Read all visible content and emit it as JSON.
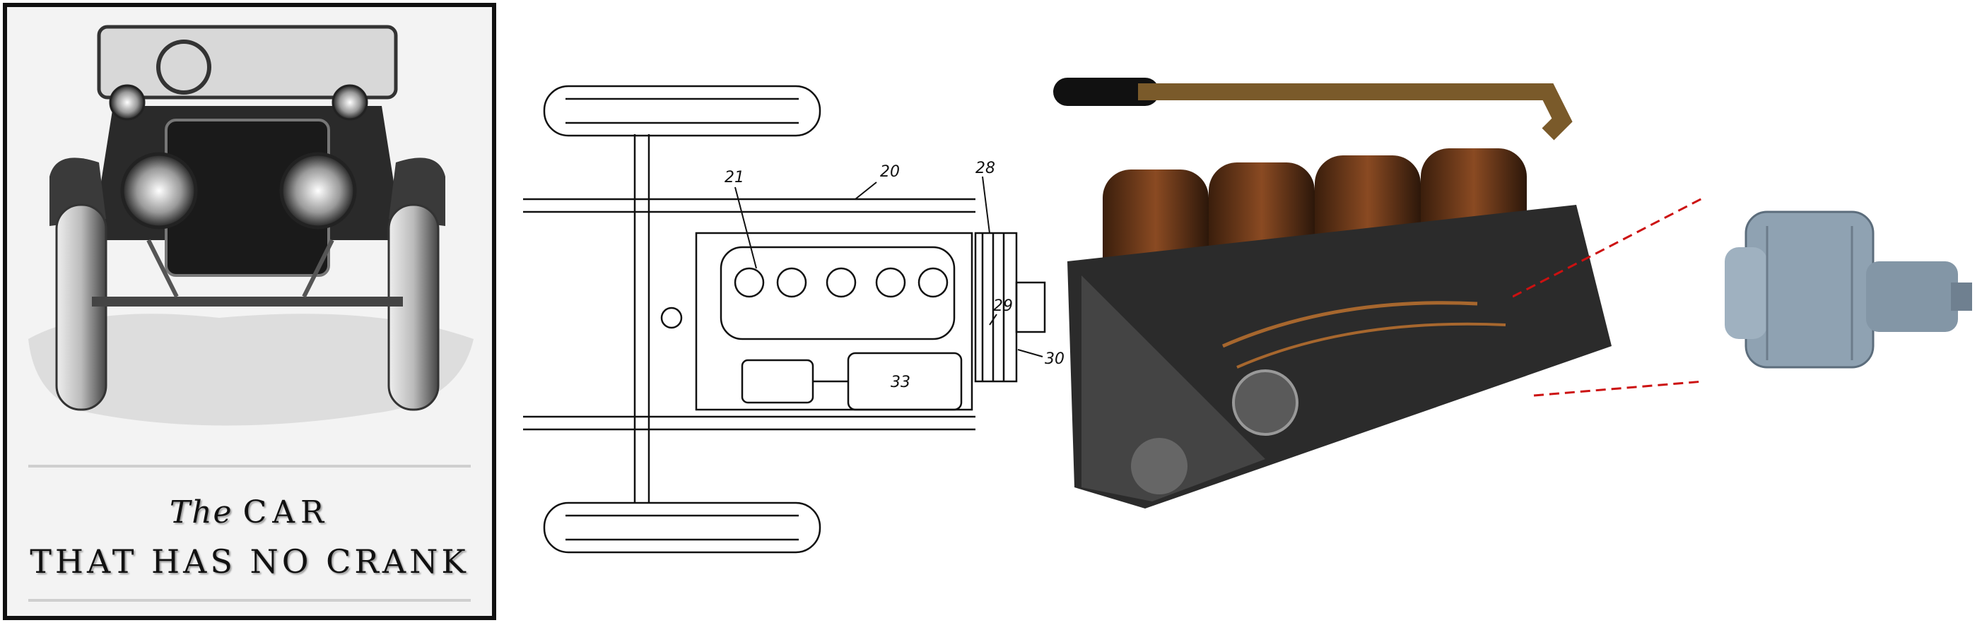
{
  "advertisement": {
    "headline_script": "The",
    "headline_caps": "CAR",
    "subheadline": "THAT HAS NO CRANK"
  },
  "patent_drawing": {
    "labels": [
      "20",
      "21",
      "28",
      "29",
      "30",
      "33"
    ]
  },
  "colors": {
    "ad_border": "#111111",
    "engine_copper": "#8a4a22",
    "starter_blue_gray": "#8fa2b2",
    "leader_lines": "#cc1111"
  },
  "icons": [
    "vintage-car-illustration",
    "patent-chassis-drawing",
    "engine-photo",
    "starter-motor-photo"
  ]
}
